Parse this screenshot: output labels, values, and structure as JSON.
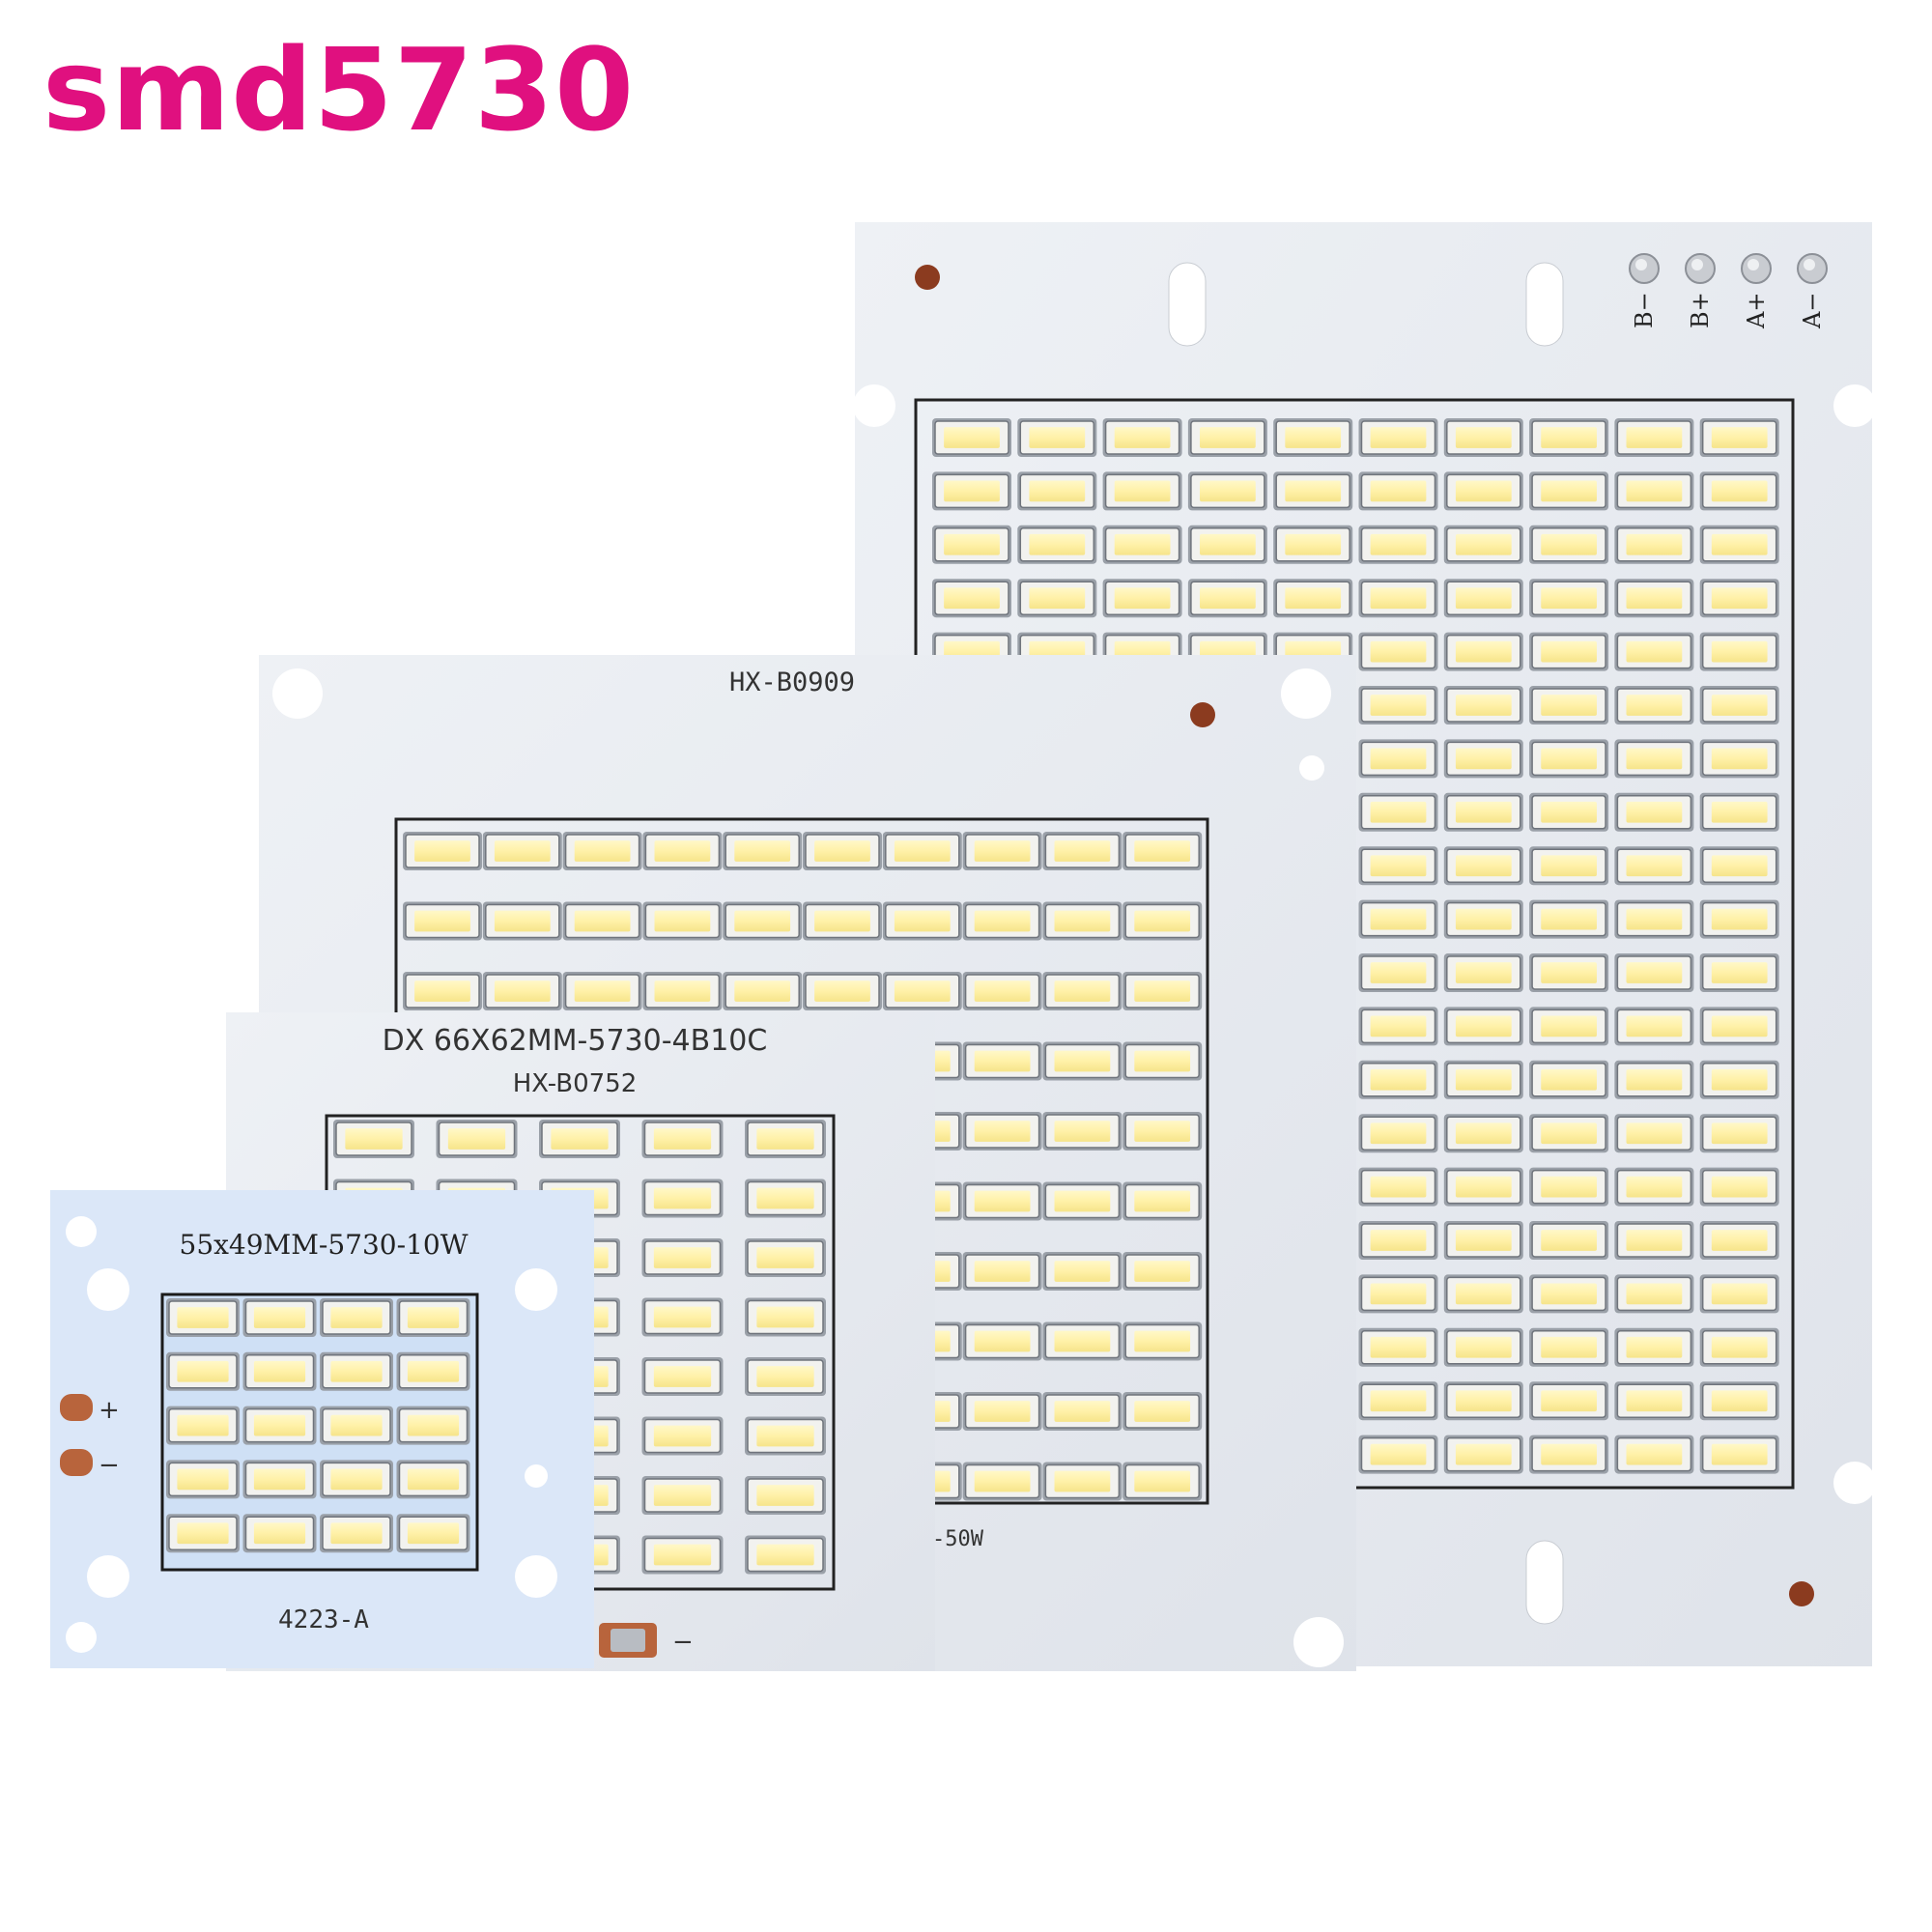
{
  "title": "smd5730",
  "colors": {
    "title": "#e0107f",
    "board": "#e4e8ee",
    "board_small": "#dbe7f8",
    "led_core": "#fffbe0",
    "pad": "#b8643c"
  },
  "boards": {
    "large": {
      "pins": [
        "B−",
        "B+",
        "A+",
        "A−"
      ],
      "led_rows": 20,
      "led_cols": 10
    },
    "medium": {
      "model": "HX-B0909",
      "footer": "-50W",
      "led_rows": 10,
      "led_cols": 10
    },
    "small": {
      "spec": "DX 66X62MM-5730-4B10C",
      "model": "HX-B0752",
      "pad_label": "−",
      "led_rows": 8,
      "led_cols": 5
    },
    "tiny": {
      "spec": "55x49MM-5730-10W",
      "footer": "4223-A",
      "pad_plus": "+",
      "pad_minus": "−",
      "led_rows": 5,
      "led_cols": 4
    }
  }
}
